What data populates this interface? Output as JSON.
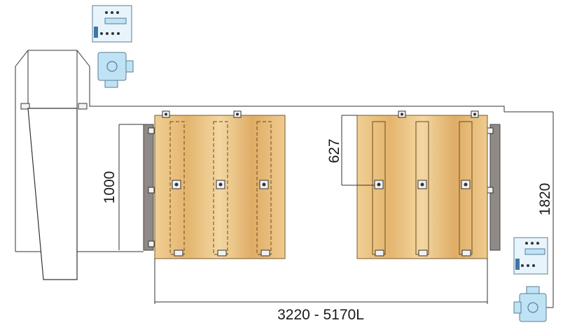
{
  "dimensions": {
    "overall_length": "3220 - 5170L",
    "table_depth": "1000",
    "clamp_offset": "627",
    "total_depth": "1820"
  },
  "colors": {
    "wood_light": "#f2d39a",
    "wood_dark": "#d9a860",
    "rail": "#8f8a86",
    "device_blue": "#bfe3f5"
  },
  "icons": {
    "device_top": "control-unit-icon",
    "device_bottom": "control-unit-icon"
  }
}
